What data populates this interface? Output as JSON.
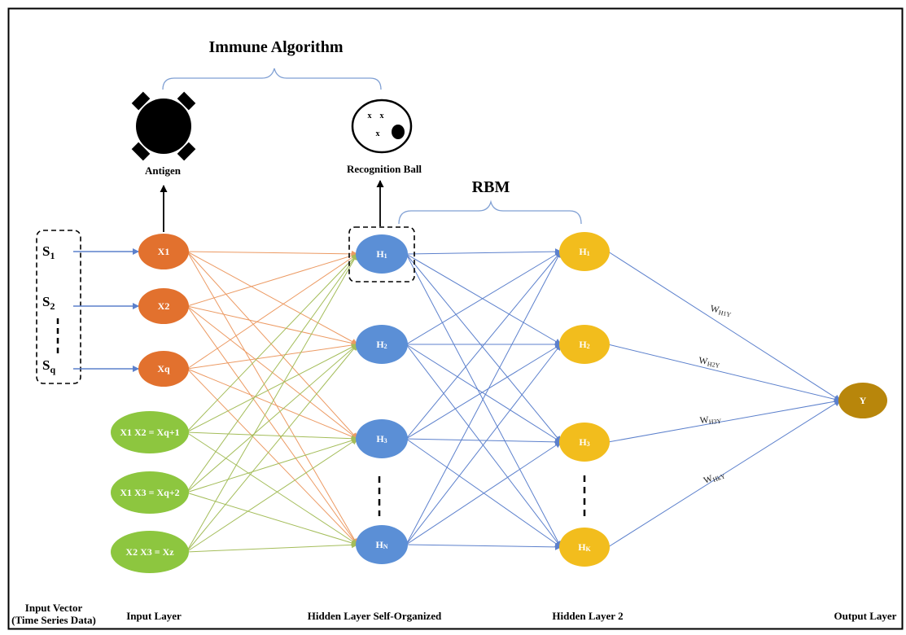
{
  "diagram": {
    "immune_title": "Immune Algorithm",
    "rbm_title": "RBM",
    "antigen_label": "Antigen",
    "recognition_label": "Recognition Ball",
    "ball_marks": [
      "x",
      "x",
      "x"
    ],
    "inputs": [
      "S",
      "S",
      "S"
    ],
    "input_subs": [
      "1",
      "2",
      "q"
    ],
    "input_nodes": [
      "X1",
      "X2",
      "Xq"
    ],
    "derived_nodes": [
      "X1 X2 = Xq+1",
      "X1 X3 = Xq+2",
      "X2 X3 = Xz"
    ],
    "hidden1": [
      {
        "base": "H",
        "sub": "1"
      },
      {
        "base": "H",
        "sub": "2"
      },
      {
        "base": "H",
        "sub": "3"
      },
      {
        "base": "H",
        "sub": "N"
      }
    ],
    "hidden2": [
      {
        "base": "H",
        "sub": "1"
      },
      {
        "base": "H",
        "sub": "2"
      },
      {
        "base": "H",
        "sub": "3"
      },
      {
        "base": "H",
        "sub": "K"
      }
    ],
    "output_node": "Y",
    "weights": [
      {
        "base": "W",
        "sub": "H1Y"
      },
      {
        "base": "W",
        "sub": "H2Y"
      },
      {
        "base": "W",
        "sub": "H3Y"
      },
      {
        "base": "W",
        "sub": "HkY"
      }
    ],
    "layers": {
      "input_vector_line1": "Input Vector",
      "input_vector_line2": "(Time Series Data)",
      "input_layer": "Input Layer",
      "hidden_self": "Hidden Layer Self-Organized",
      "hidden_2": "Hidden Layer 2",
      "output_layer": "Output Layer"
    },
    "colors": {
      "orange_node": "#e2712e",
      "green_node": "#8dc63f",
      "blue_node": "#5b8fd6",
      "yellow_node": "#f2bd1d",
      "output_node": "#b8860b",
      "orange_edge": "#ec9a63",
      "green_edge": "#a4bd5a",
      "blue_edge": "#5c80cc",
      "bracket": "#7f9fd3"
    }
  }
}
